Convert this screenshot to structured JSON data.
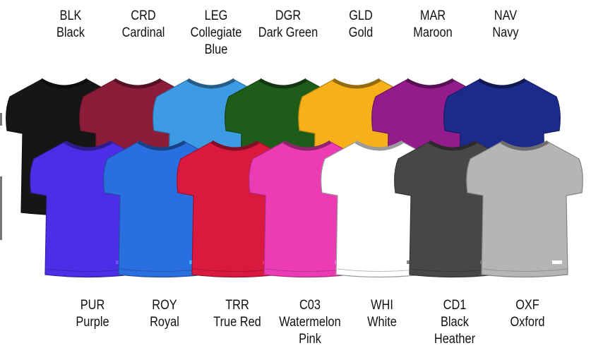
{
  "top_row": [
    {
      "code": "BLK",
      "name": "Black",
      "color": "#161616"
    },
    {
      "code": "CRD",
      "name": "Cardinal",
      "color": "#8c1d3a"
    },
    {
      "code": "LEG",
      "name": "Collegiate\nBlue",
      "color": "#3d9be3"
    },
    {
      "code": "DGR",
      "name": "Dark Green",
      "color": "#1e5c1a"
    },
    {
      "code": "GLD",
      "name": "Gold",
      "color": "#f6b019"
    },
    {
      "code": "MAR",
      "name": "Maroon",
      "color": "#931b8c"
    },
    {
      "code": "NAV",
      "name": "Navy",
      "color": "#1c2a8c"
    }
  ],
  "bottom_row": [
    {
      "code": "PUR",
      "name": "Purple",
      "color": "#4b2ee6"
    },
    {
      "code": "ROY",
      "name": "Royal",
      "color": "#2a6fe0"
    },
    {
      "code": "TRR",
      "name": "True Red",
      "color": "#d9193d"
    },
    {
      "code": "C03",
      "name": "Watermelon\nPink",
      "color": "#ec3cb4"
    },
    {
      "code": "WHI",
      "name": "White",
      "color": "#ffffff"
    },
    {
      "code": "CD1",
      "name": "Black\nHeather",
      "color": "#474747"
    },
    {
      "code": "OXF",
      "name": "Oxford",
      "color": "#b5b5b5"
    }
  ]
}
